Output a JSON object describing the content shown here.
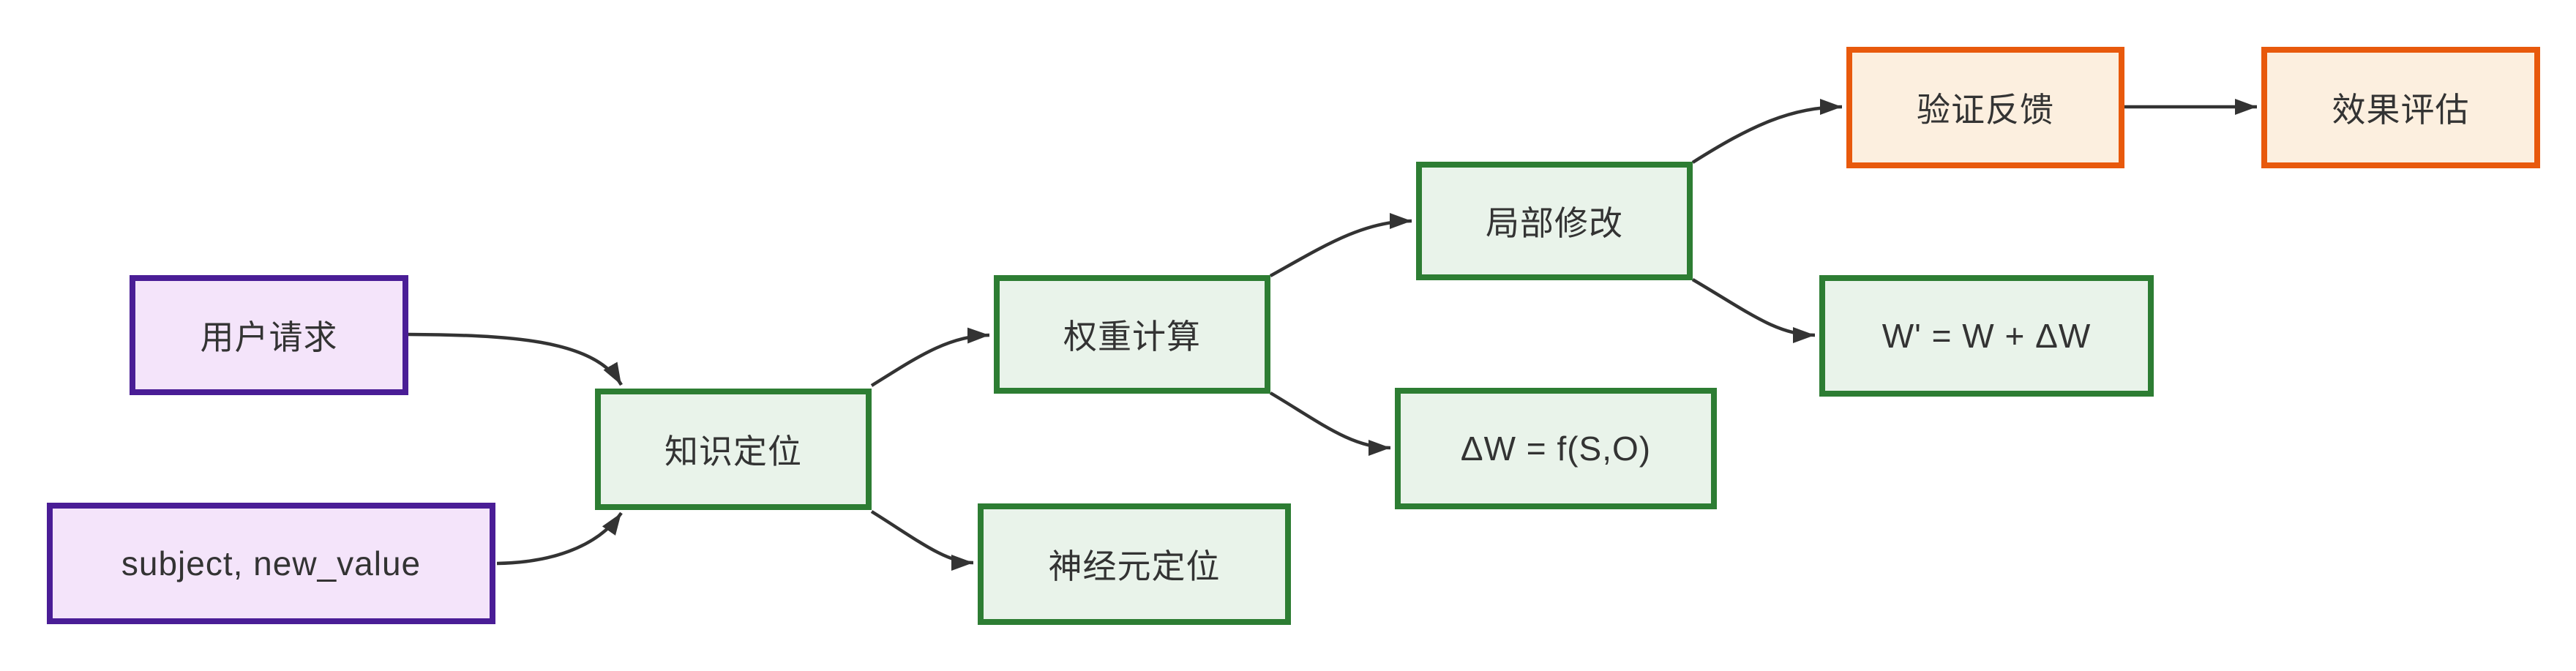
{
  "diagram": {
    "type": "flowchart",
    "background_color": "#ffffff",
    "nodes": [
      {
        "id": "user-request",
        "label": "用户请求",
        "kind": "input"
      },
      {
        "id": "subject-input",
        "label": "subject, new_value",
        "kind": "input"
      },
      {
        "id": "knowledge-locate",
        "label": "知识定位",
        "kind": "process"
      },
      {
        "id": "weight-compute",
        "label": "权重计算",
        "kind": "process"
      },
      {
        "id": "neuron-locate",
        "label": "神经元定位",
        "kind": "process"
      },
      {
        "id": "local-modify",
        "label": "局部修改",
        "kind": "process"
      },
      {
        "id": "delta-w-formula",
        "label": "ΔW = f(S,O)",
        "kind": "process"
      },
      {
        "id": "w-update-formula",
        "label": "W' = W + ΔW",
        "kind": "process"
      },
      {
        "id": "verify-feedback",
        "label": "验证反馈",
        "kind": "output"
      },
      {
        "id": "effect-eval",
        "label": "效果评估",
        "kind": "output"
      }
    ],
    "edges": [
      {
        "from": "user-request",
        "to": "knowledge-locate"
      },
      {
        "from": "subject-input",
        "to": "knowledge-locate"
      },
      {
        "from": "knowledge-locate",
        "to": "weight-compute"
      },
      {
        "from": "knowledge-locate",
        "to": "neuron-locate"
      },
      {
        "from": "weight-compute",
        "to": "local-modify"
      },
      {
        "from": "weight-compute",
        "to": "delta-w-formula"
      },
      {
        "from": "local-modify",
        "to": "verify-feedback"
      },
      {
        "from": "local-modify",
        "to": "w-update-formula"
      },
      {
        "from": "verify-feedback",
        "to": "effect-eval"
      }
    ],
    "colors": {
      "input_border": "#4a1d96",
      "input_fill": "#f4e4fa",
      "process_border": "#2d7d33",
      "process_fill": "#e9f3ea",
      "output_border": "#e8590c",
      "output_fill": "#fcefdf",
      "edge_stroke": "#333333",
      "label_text": "#333333"
    }
  }
}
